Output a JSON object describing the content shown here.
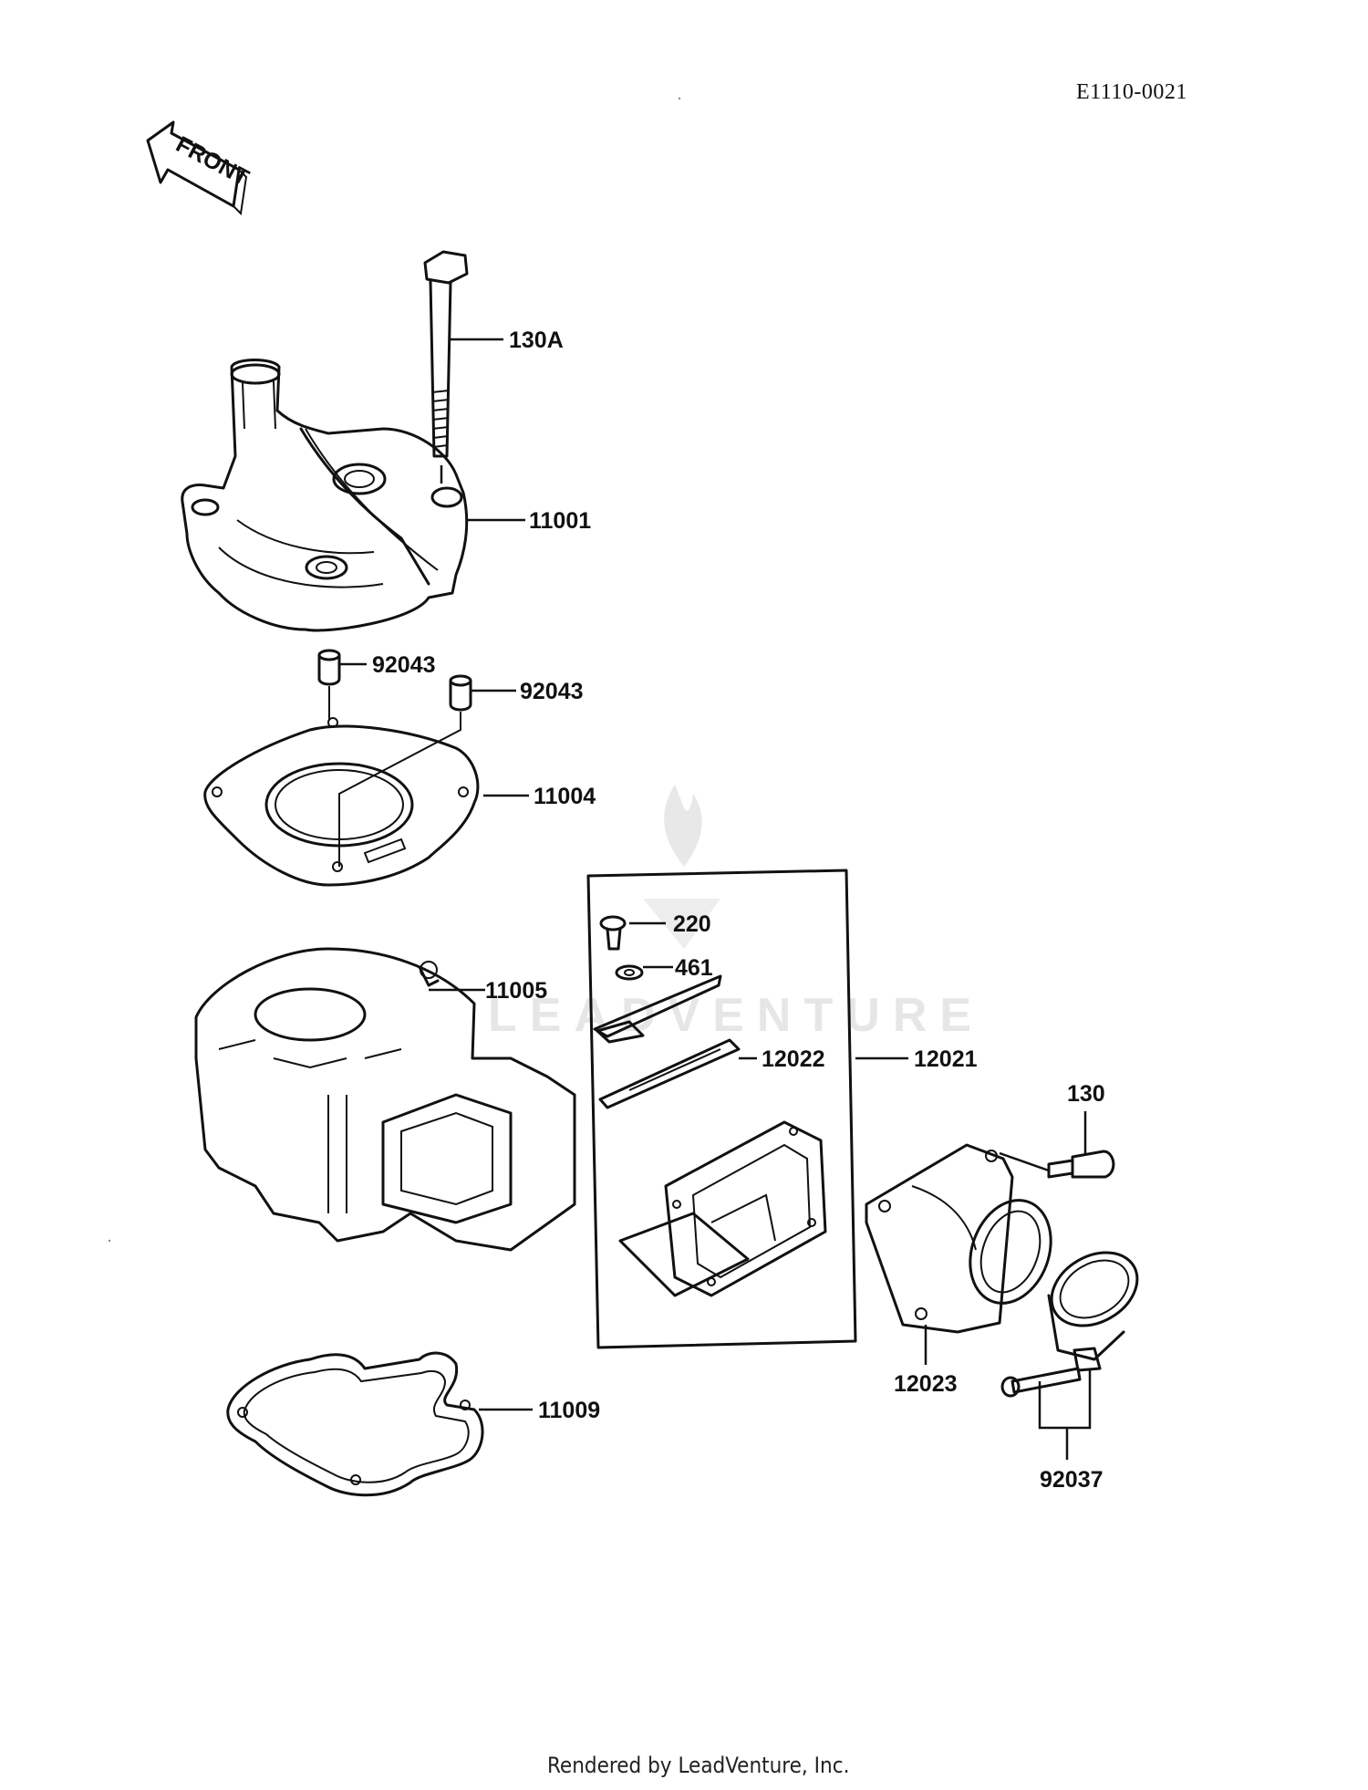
{
  "reference_code": "E1110-0021",
  "front_arrow_label": "FRONT",
  "watermark_text": "LEADVENTURE",
  "footer_text": "Rendered by LeadVenture, Inc.",
  "callouts": {
    "bolt_head": "130A",
    "cylinder_head": "11001",
    "dowel_left": "92043",
    "dowel_right": "92043",
    "head_gasket": "11004",
    "cylinder": "11005",
    "screw_220": "220",
    "washer_461": "461",
    "reed": "12022",
    "reed_valve_assy": "12021",
    "bolt_130": "130",
    "inlet_pipe": "12023",
    "base_gasket": "11009",
    "clamp": "92037"
  }
}
